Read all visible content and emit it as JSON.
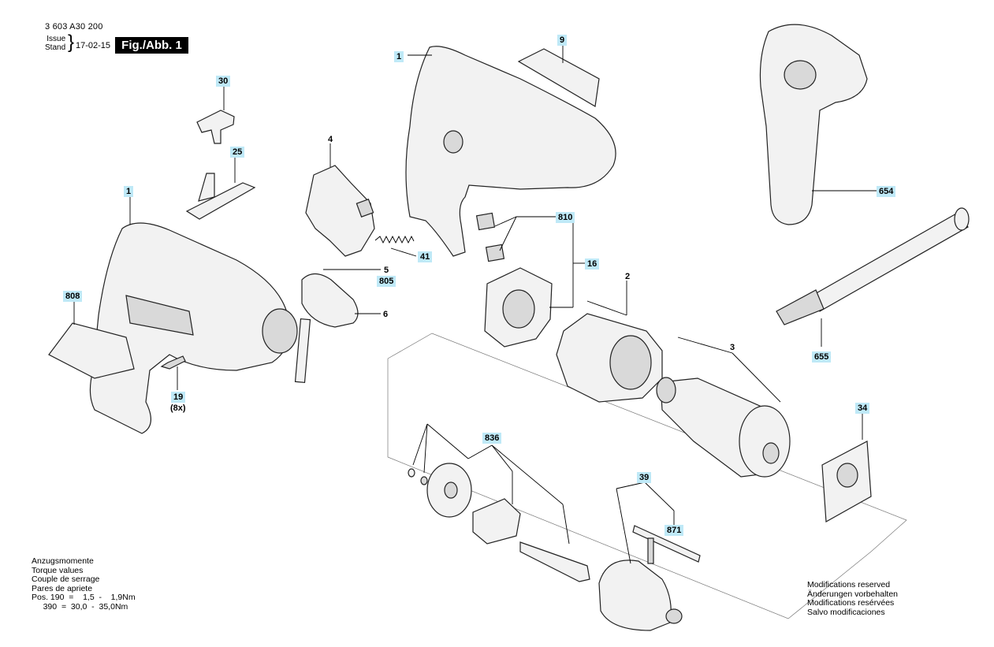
{
  "header": {
    "doc_number": "3 603 A30 200",
    "issue_label": "Issue",
    "stand_label": "Stand",
    "issue_date": "17-02-15",
    "figure_label": "Fig./Abb. 1"
  },
  "callouts": [
    {
      "id": "c30",
      "label": "30"
    },
    {
      "id": "c25",
      "label": "25"
    },
    {
      "id": "c4",
      "label": "4"
    },
    {
      "id": "c1a",
      "label": "1"
    },
    {
      "id": "c1b",
      "label": "1"
    },
    {
      "id": "c9",
      "label": "9"
    },
    {
      "id": "c654",
      "label": "654"
    },
    {
      "id": "c810",
      "label": "810"
    },
    {
      "id": "c41",
      "label": "41"
    },
    {
      "id": "c5",
      "label": "5"
    },
    {
      "id": "c805",
      "label": "805"
    },
    {
      "id": "c16",
      "label": "16"
    },
    {
      "id": "c2",
      "label": "2"
    },
    {
      "id": "c808",
      "label": "808"
    },
    {
      "id": "c6",
      "label": "6"
    },
    {
      "id": "c655",
      "label": "655"
    },
    {
      "id": "c3",
      "label": "3"
    },
    {
      "id": "c19",
      "label": "19"
    },
    {
      "id": "c8x",
      "label": "(8x)"
    },
    {
      "id": "c836",
      "label": "836"
    },
    {
      "id": "c34",
      "label": "34"
    },
    {
      "id": "c39",
      "label": "39"
    },
    {
      "id": "c871",
      "label": "871"
    }
  ],
  "torque": {
    "lines": [
      "Anzugsmomente",
      "Torque values",
      "Couple de serrage",
      "Pares de apriete",
      "Pos. 190  =    1,5  -    1,9Nm",
      "     390  =  30,0  -  35,0Nm"
    ]
  },
  "modifications": {
    "lines": [
      "Modifications reserved",
      "Änderungen vorbehalten",
      "Modifications resérvées",
      "Salvo modificaciones"
    ]
  }
}
